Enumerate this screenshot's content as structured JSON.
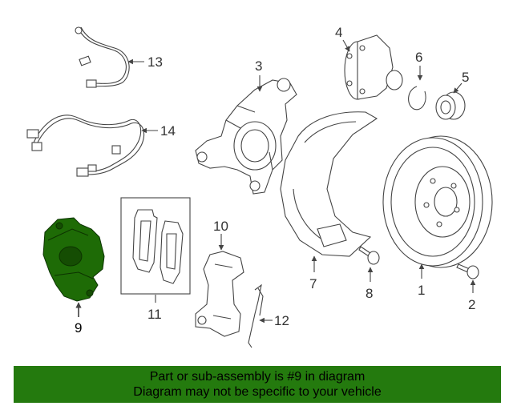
{
  "callouts": {
    "c1": "1",
    "c2": "2",
    "c3": "3",
    "c4": "4",
    "c5": "5",
    "c6": "6",
    "c7": "7",
    "c8": "8",
    "c9": "9",
    "c10": "10",
    "c11": "11",
    "c12": "12",
    "c13": "13",
    "c14": "14"
  },
  "highlight": {
    "part": "9",
    "color": "#1e6b06"
  },
  "banner": {
    "line1": "Part or sub-assembly is #9 in diagram",
    "line2": "Diagram may not be specific to your vehicle",
    "background": "#247a0e"
  }
}
